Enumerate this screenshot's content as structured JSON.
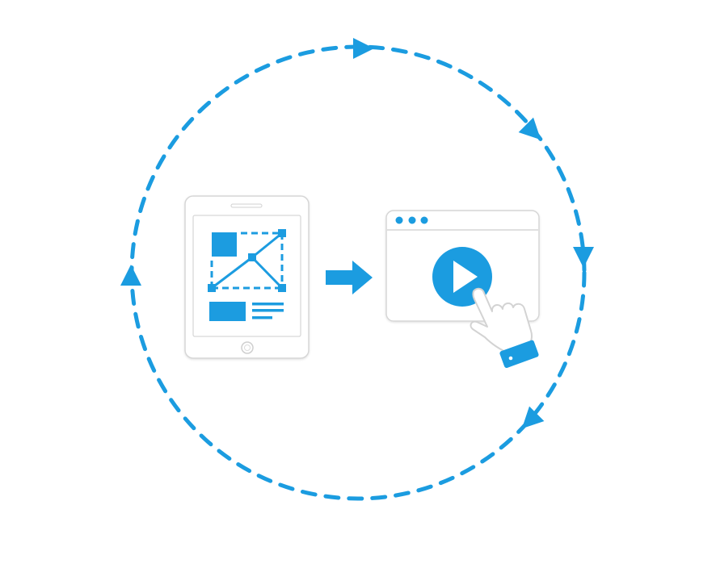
{
  "diagram": {
    "accent_color": "#1b9ce0",
    "outline_color": "#d8d8d8",
    "background_color": "#ffffff",
    "cycle": {
      "style": "dashed-circle",
      "direction": "clockwise",
      "arrowhead_count": 5
    },
    "steps": [
      {
        "id": "design",
        "icon": "tablet-wireframe-icon"
      },
      {
        "id": "flow",
        "icon": "right-arrow-icon"
      },
      {
        "id": "interact",
        "icon": "browser-play-click-icon"
      }
    ]
  }
}
